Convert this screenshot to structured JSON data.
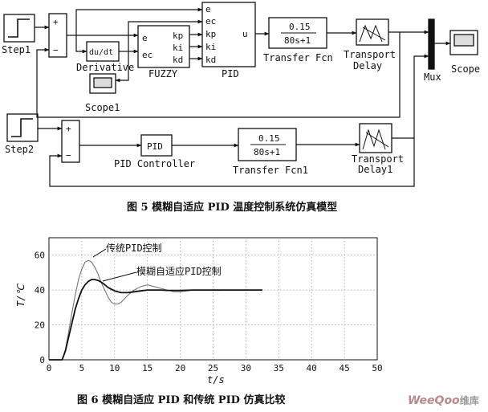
{
  "diagram": {
    "blocks": {
      "step1": "Step1",
      "step2": "Step2",
      "derivative_expr": "du/dt",
      "derivative": "Derivative",
      "scope1": "Scope1",
      "fuzzy": "FUZZY",
      "fuzzy_in_e": "e",
      "fuzzy_in_ec": "ec",
      "fuzzy_out_kp": "kp",
      "fuzzy_out_ki": "ki",
      "fuzzy_out_kd": "kd",
      "pid": "PID",
      "pid_in_e": "e",
      "pid_in_ec": "ec",
      "pid_in_kp": "kp",
      "pid_in_ki": "ki",
      "pid_in_kd": "kd",
      "pid_out_u": "u",
      "tf_num": "0.15",
      "tf_den": "80s+1",
      "transfer_fcn": "Transfer Fcn",
      "transport_delay": "Transport",
      "transport_delay_2": "Delay",
      "mux": "Mux",
      "scope": "Scope",
      "pid_controller_block": "PID",
      "pid_controller": "PID Controller",
      "tf1_num": "0.15",
      "tf1_den": "80s+1",
      "transfer_fcn1": "Transfer Fcn1",
      "transport_delay1": "Transport",
      "transport_delay1_2": "Delay1",
      "sum_plus": "+",
      "sum_minus": "−"
    },
    "caption": "图 5  模糊自适应 PID 温度控制系统仿真模型"
  },
  "chart_data": {
    "type": "line",
    "ylabel": "T/℃",
    "xlabel": "t/s",
    "xlim": [
      0,
      50
    ],
    "ylim": [
      0,
      70
    ],
    "xticks": [
      0,
      5,
      10,
      15,
      20,
      25,
      30,
      35,
      40,
      45,
      50
    ],
    "yticks": [
      0,
      20,
      40,
      60
    ],
    "grid": true,
    "annotations": [
      "传统PID控制",
      "模糊自适应PID控制"
    ],
    "series": [
      {
        "name": "传统PID控制",
        "x": [
          0,
          2,
          2.5,
          3,
          3.5,
          4,
          4.5,
          5,
          5.5,
          6,
          6.5,
          7,
          7.5,
          8,
          8.5,
          9,
          9.5,
          10,
          10.5,
          11,
          11.5,
          12,
          13,
          14,
          15,
          16,
          17,
          18,
          19,
          20,
          21,
          22,
          23,
          24,
          25,
          26,
          28,
          30,
          32.5
        ],
        "y": [
          0,
          0,
          6,
          16,
          27,
          37,
          46,
          52,
          56,
          57,
          56,
          53,
          49,
          44,
          40,
          36,
          33,
          32,
          32,
          33,
          35,
          37,
          40,
          42,
          43,
          42,
          41,
          40,
          39,
          39,
          39.5,
          40,
          40,
          40,
          39.8,
          39.8,
          40,
          40,
          40
        ]
      },
      {
        "name": "模糊自适应PID控制",
        "x": [
          0,
          2,
          2.5,
          3,
          3.5,
          4,
          4.5,
          5,
          5.5,
          6,
          6.5,
          7,
          7.5,
          8,
          8.5,
          9,
          9.5,
          10,
          11,
          12,
          13,
          14,
          15,
          16,
          17,
          18,
          20,
          22,
          24,
          26,
          28,
          30,
          32.5
        ],
        "y": [
          0,
          0,
          5,
          13,
          21,
          29,
          35,
          40,
          43,
          45,
          46,
          46,
          45.5,
          44.5,
          43,
          41.5,
          40.5,
          39.5,
          38.5,
          38.5,
          39,
          39.5,
          40,
          40,
          40,
          39.8,
          39.8,
          40,
          40,
          40,
          40,
          40,
          40
        ]
      }
    ]
  },
  "chart_caption": "图 6  模糊自适应 PID 和传统 PID 仿真比较",
  "watermark": "WeeQoo",
  "watermark_cn": "维库",
  "colors": {
    "ink": "#111111",
    "line_dark": "#111111",
    "line_light": "#777777",
    "grid": "#9a9a9a"
  }
}
